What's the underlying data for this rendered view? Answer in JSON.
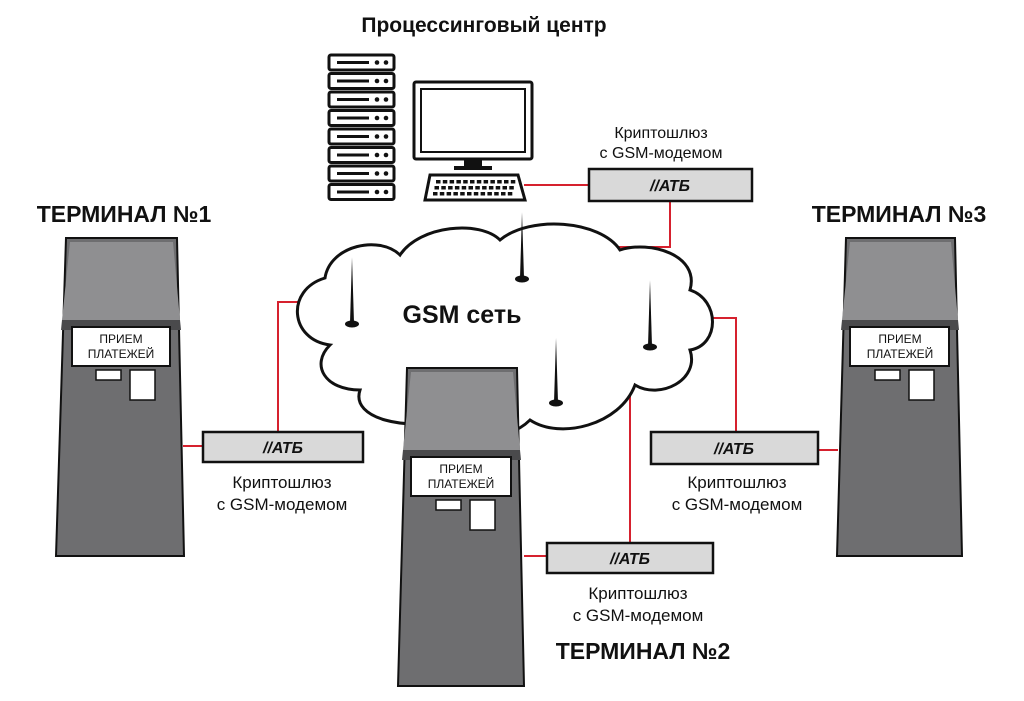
{
  "title": "Процессинговый центр",
  "network_label": "GSM сеть",
  "terminals": [
    {
      "label": "ТЕРМИНАЛ №1",
      "screen_line1": "ПРИЕМ",
      "screen_line2": "ПЛАТЕЖЕЙ"
    },
    {
      "label": "ТЕРМИНАЛ №2",
      "screen_line1": "ПРИЕМ",
      "screen_line2": "ПЛАТЕЖЕЙ"
    },
    {
      "label": "ТЕРМИНАЛ №3",
      "screen_line1": "ПРИЕМ",
      "screen_line2": "ПЛАТЕЖЕЙ"
    }
  ],
  "gateways": [
    {
      "brand": "//АТБ",
      "caption_line1": "Криптошлюз",
      "caption_line2": "с GSM-модемом"
    },
    {
      "brand": "//АТБ",
      "caption_line1": "Криптошлюз",
      "caption_line2": "с GSM-модемом"
    },
    {
      "brand": "//АТБ",
      "caption_line1": "Криптошлюз",
      "caption_line2": "с GSM-модемом"
    },
    {
      "brand": "//АТБ",
      "caption_line1": "Криптошлюз",
      "caption_line2": "с GSM-модемом"
    }
  ],
  "colors": {
    "link": "#d6212e",
    "terminal_body": "#6e6e70",
    "terminal_dark": "#4a4a4c",
    "terminal_screen": "#8f8f91",
    "gateway_fill": "#d9d9d9",
    "outline": "#111111"
  },
  "icons": [
    "server-rack-icon",
    "monitor-icon",
    "keyboard-icon",
    "antenna-icon",
    "cloud-icon"
  ]
}
